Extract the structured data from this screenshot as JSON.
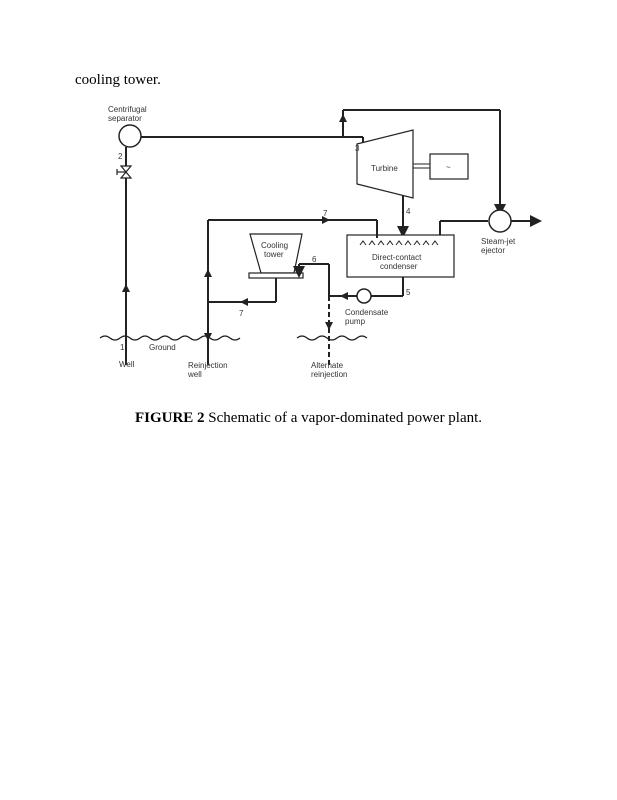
{
  "document": {
    "lead_text": "cooling tower.",
    "caption": {
      "label": "FIGURE 2",
      "text": " Schematic of a vapor-dominated power plant."
    }
  },
  "diagram": {
    "components": {
      "centrifugal_separator": [
        "Centrifugal",
        "separator"
      ],
      "turbine": "Turbine",
      "generator": "~",
      "cooling_tower": [
        "Cooling",
        "tower"
      ],
      "condenser": [
        "Direct-contact",
        "condenser"
      ],
      "steam_jet_ejector": [
        "Steam-jet",
        "ejector"
      ],
      "condensate_pump": [
        "Condensate",
        "pump"
      ],
      "ground": "Ground",
      "well": "Well",
      "reinjection_well": [
        "Reinjection",
        "well"
      ],
      "alternate_reinjection": [
        "Alternate",
        "reinjection"
      ]
    },
    "state_points": {
      "p1": "1",
      "p2": "2",
      "p3": "3",
      "p4": "4",
      "p5": "5",
      "p6": "6",
      "p7a": "7",
      "p7b": "7"
    }
  }
}
